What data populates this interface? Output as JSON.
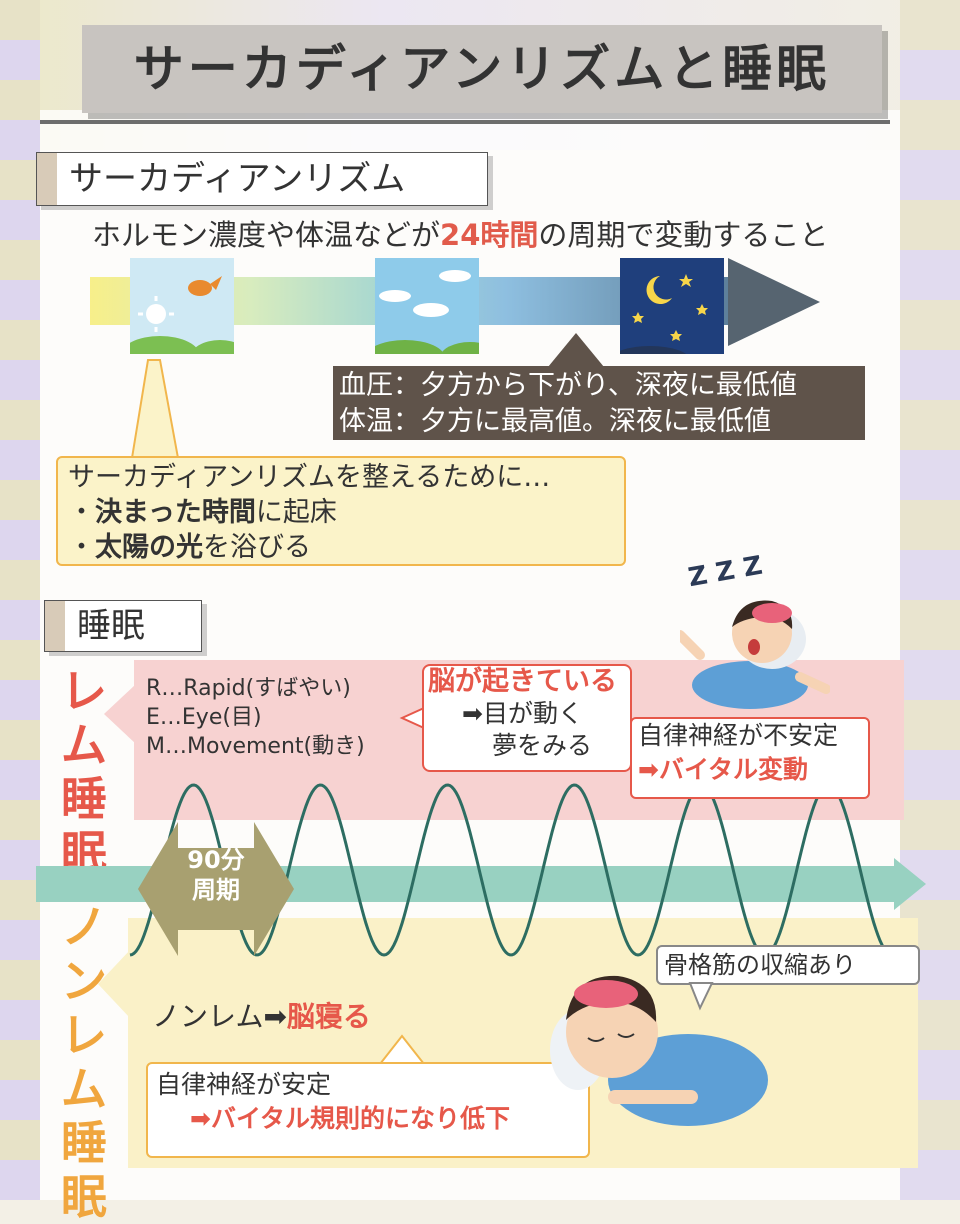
{
  "title": "サーカディアンリズムと睡眠",
  "circadian": {
    "header": "サーカディアンリズム",
    "description_prefix": "ホルモン濃度や体温などが",
    "description_emphasis": "24時間",
    "description_suffix": "の周期で変動すること",
    "tiles": [
      "morning-icon",
      "daytime-icon",
      "night-icon"
    ],
    "dark_callout_line1": "血圧：夕方から下がり、深夜に最低値",
    "dark_callout_line2": "体温：夕方に最高値。深夜に最低値",
    "yellow_callout_intro": "サーカディアンリズムを整えるために…",
    "tip1_bullet": "・",
    "tip1_bold": "決まった時間",
    "tip1_rest": "に起床",
    "tip2_bullet": "・",
    "tip2_bold": "太陽の光",
    "tip2_rest": "を浴びる"
  },
  "sleep": {
    "header": "睡眠",
    "rem_label": "レム睡眠",
    "nrem_label": "ノンレム睡眠",
    "rem_def_r": "R…Rapid(すばやい)",
    "rem_def_e": "E…Eye(目)",
    "rem_def_m": "M…Movement(動き)",
    "brain_awake": "脳が起きている",
    "eyes_move": "➡目が動く",
    "dreams": "夢をみる",
    "autonomic_unstable": "自律神経が不安定",
    "vital_change": "➡バイタル変動",
    "cycle_line1": "90分",
    "cycle_line2": "周期",
    "skeletal": "骨格筋の収縮あり",
    "nrem_prefix": "ノンレム➡",
    "nrem_emphasis": "脳寝る",
    "autonomic_stable": "自律神経が安定",
    "vital_stable_arrow": "➡",
    "vital_stable": "バイタル規則的になり低下",
    "zzz": "Z Z Z"
  },
  "colors": {
    "accent_red": "#e6584a",
    "accent_orange": "#f0a63e",
    "teal": "#98d1c1",
    "wave": "#2d6d62"
  }
}
